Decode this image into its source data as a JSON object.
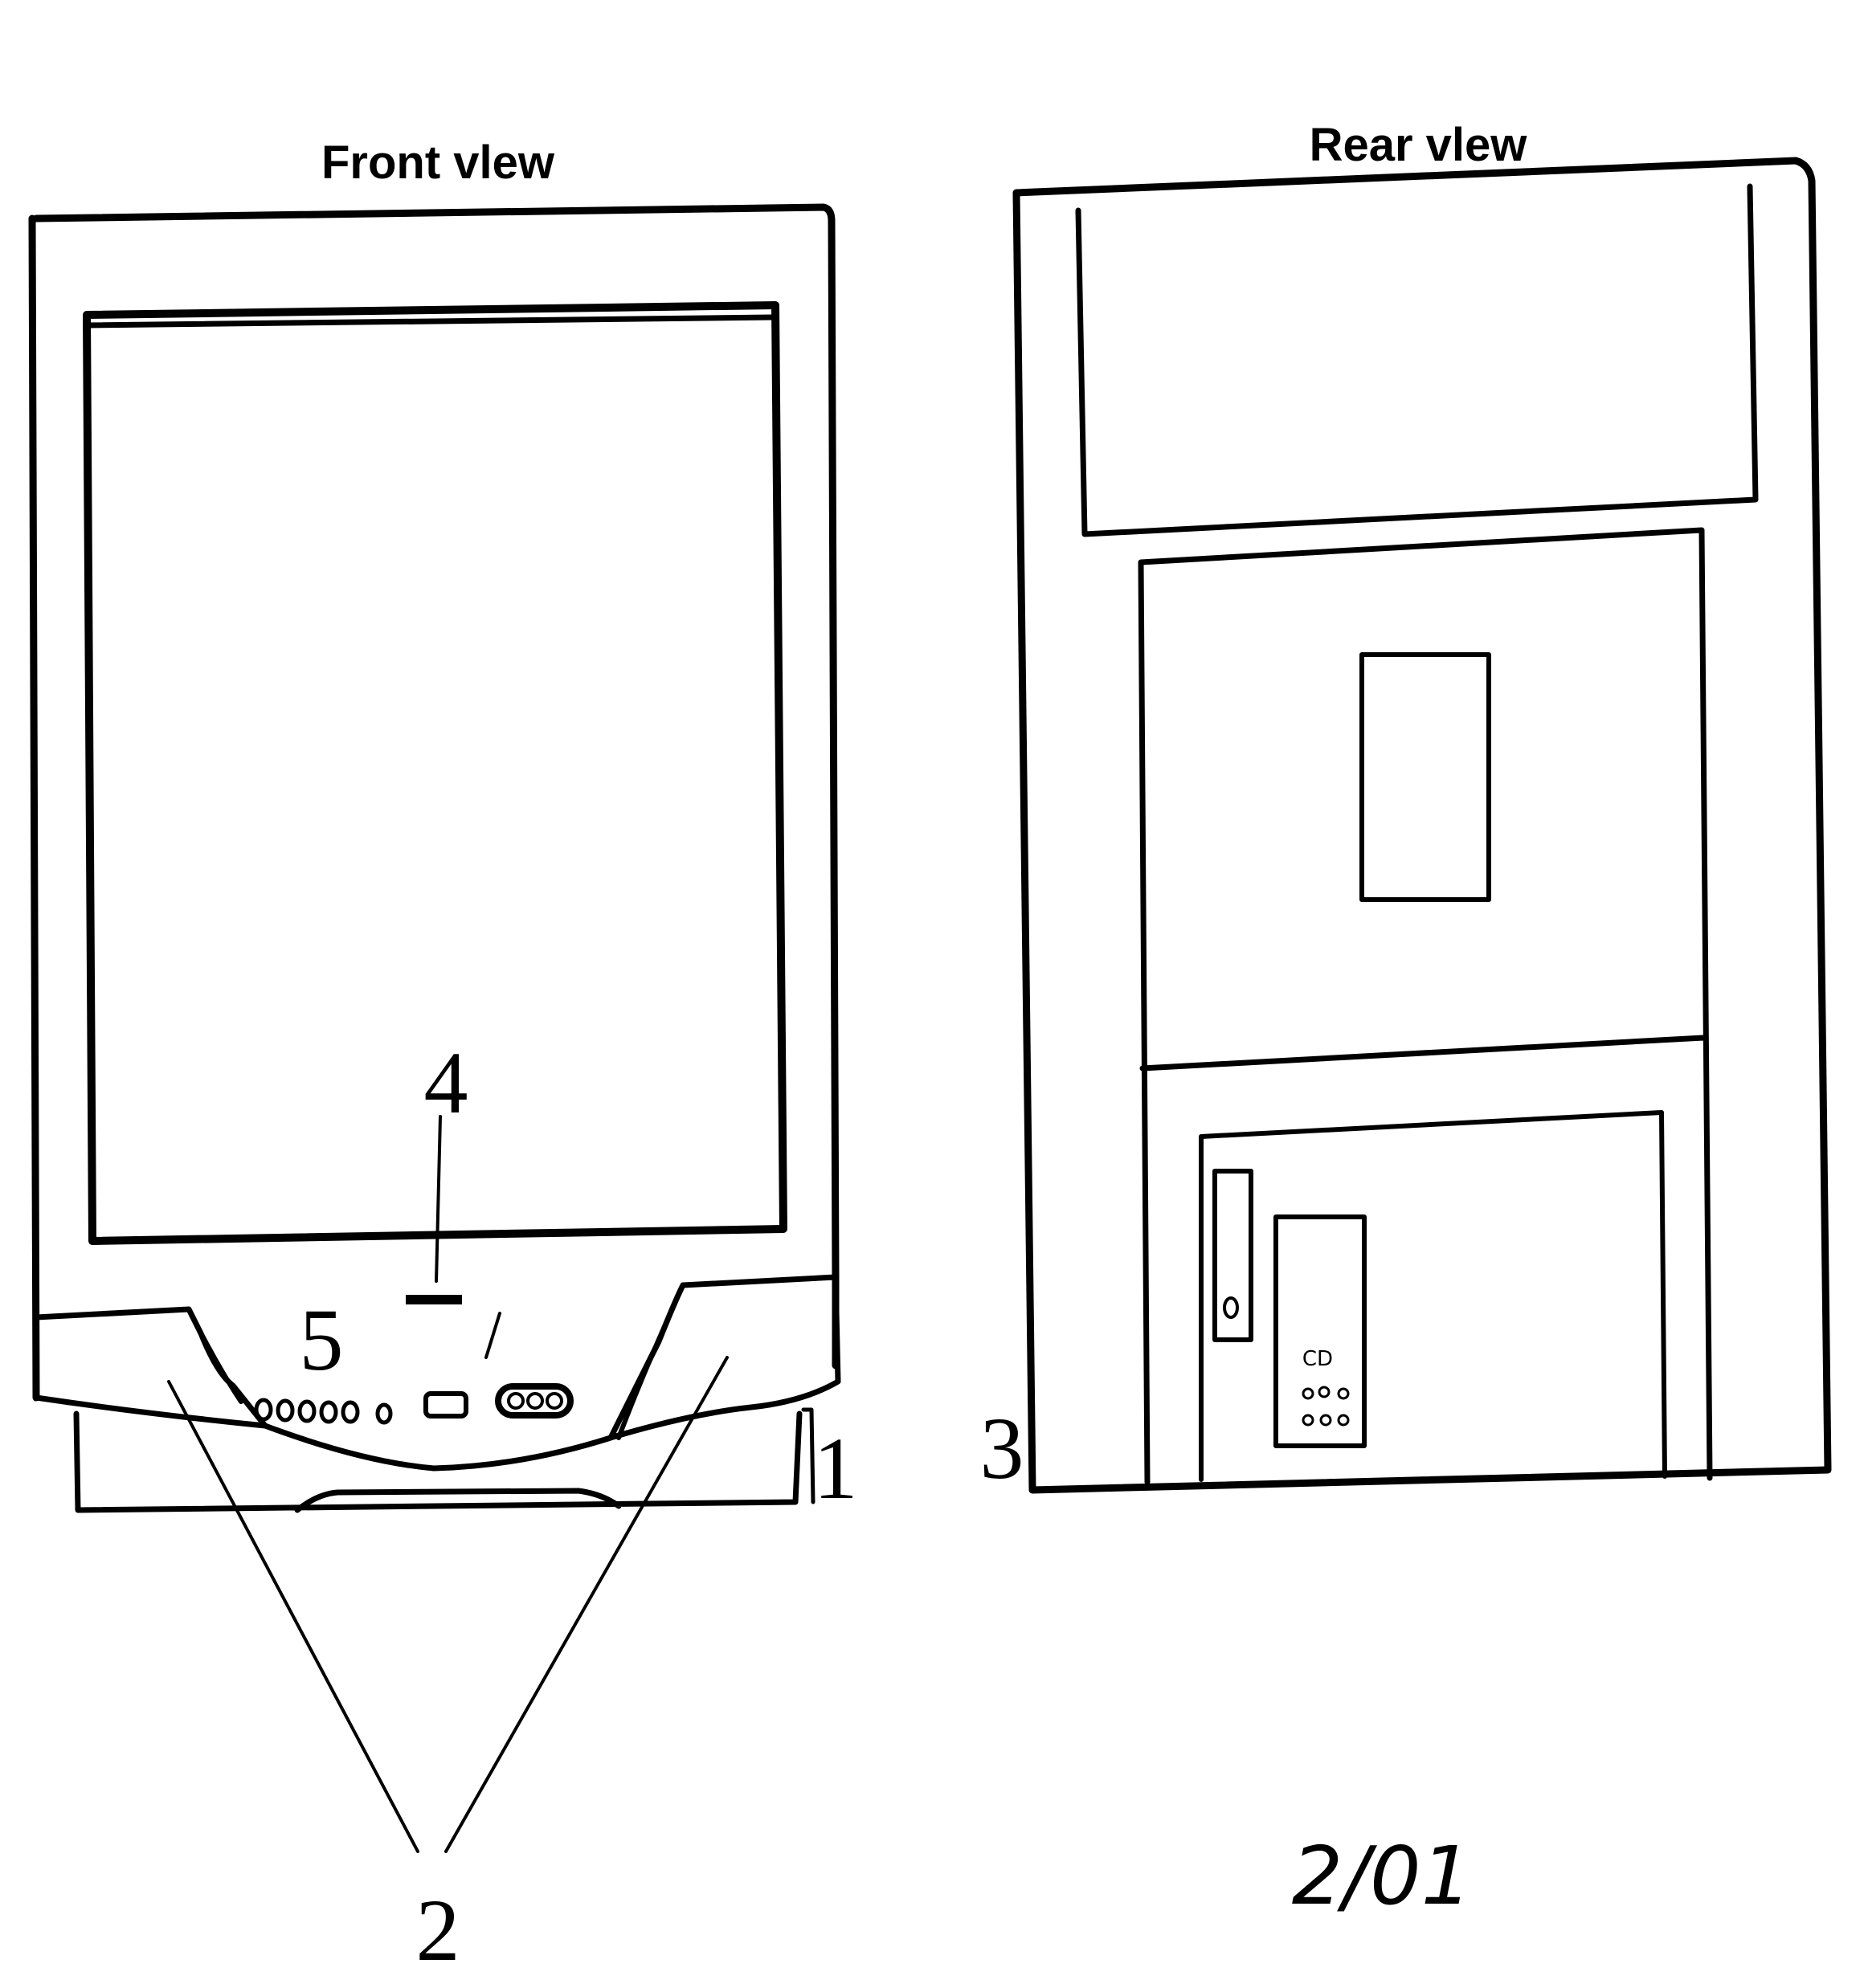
{
  "figure": {
    "front_title": "Front vlew",
    "rear_title": "Rear vlew",
    "page_number": "2/01"
  },
  "labels": {
    "l1": "1",
    "l2": "2",
    "l3": "3",
    "l4": "4",
    "l5": "5"
  },
  "rear_panel": {
    "port_text_1": "CD"
  }
}
